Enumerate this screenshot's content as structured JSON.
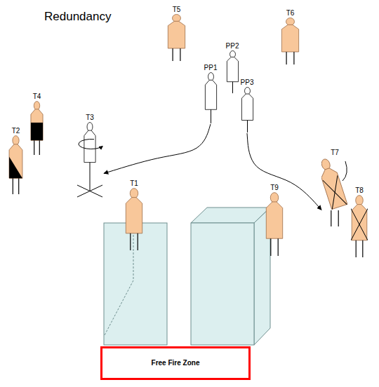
{
  "diagram": {
    "title": "Redundancy",
    "nodes": [
      {
        "text": [
          "T5"
        ]
      },
      {
        "text": [
          "T6"
        ]
      },
      {
        "text": [
          "PP2"
        ]
      },
      {
        "text": [
          "PP1"
        ]
      },
      {
        "text": [
          "PP3"
        ]
      },
      {
        "text": [
          "T4"
        ]
      },
      {
        "text": [
          "T2"
        ]
      },
      {
        "text": [
          "T3"
        ]
      },
      {
        "text": [
          "T7"
        ]
      },
      {
        "text": [
          "T8"
        ]
      },
      {
        "text": [
          "T1"
        ]
      },
      {
        "text": [
          "T9"
        ]
      },
      {
        "text": [
          "Free Fire Zone"
        ]
      }
    ],
    "edges": [
      {
        "from": 3,
        "to": 7,
        "arrow": "to"
      },
      {
        "from": 4,
        "to": 8,
        "arrow": "to"
      }
    ]
  }
}
